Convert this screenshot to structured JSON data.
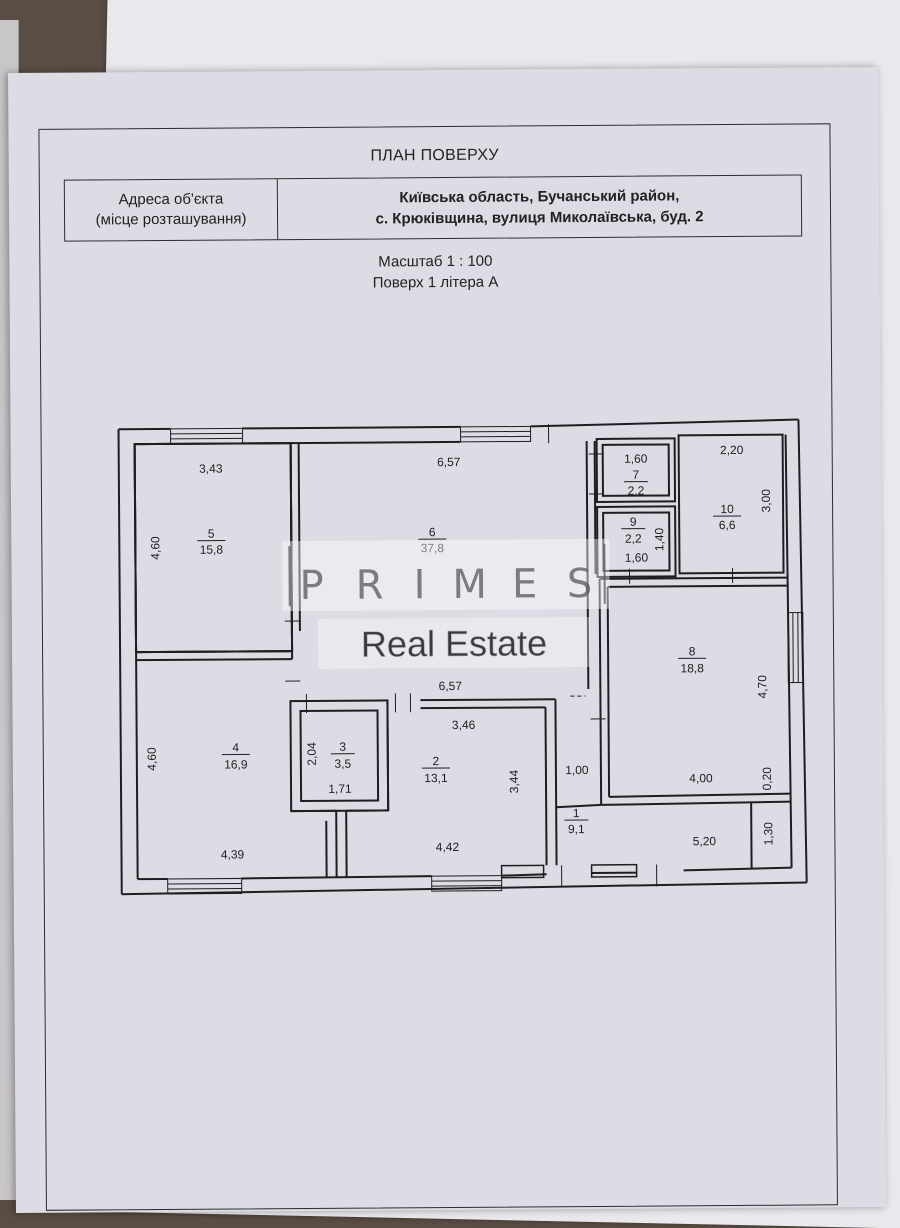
{
  "title": "ПЛАН ПОВЕРХУ",
  "address": {
    "label_line1": "Адреса об'єкта",
    "label_line2": "(місце розташування)",
    "value_line1": "Київська область, Бучанський район,",
    "value_line2": "с. Крюківщина, вулиця Миколаївська, буд. 2"
  },
  "scale": "Масштаб 1 : 100",
  "floor": "Поверх 1 літера А",
  "rooms": [
    {
      "num": "1",
      "area": "9,1"
    },
    {
      "num": "2",
      "area": "13,1"
    },
    {
      "num": "3",
      "area": "3,5"
    },
    {
      "num": "4",
      "area": "16,9"
    },
    {
      "num": "5",
      "area": "15,8"
    },
    {
      "num": "6",
      "area": "37,8"
    },
    {
      "num": "7",
      "area": "2,2"
    },
    {
      "num": "8",
      "area": "18,8"
    },
    {
      "num": "9",
      "area": "2,2"
    },
    {
      "num": "10",
      "area": "6,6"
    }
  ],
  "dimensions": {
    "r5_width": "3,43",
    "r5_height": "4,60",
    "r6_top": "6,57",
    "r6_bottom": "6,57",
    "r7_width": "1,60",
    "r9_width": "1,60",
    "r9_height": "1,40",
    "r10_width": "2,20",
    "r10_height": "3,00",
    "r8_height": "4,70",
    "r8_width": "4,00",
    "r8_small": "0,20",
    "r4_height": "4,60",
    "r4_width": "4,39",
    "r3_height": "2,04",
    "r3_width": "1,71",
    "r2_top": "3,46",
    "r2_height": "3,44",
    "r2_bottom": "4,42",
    "r1_small": "1,00",
    "r1_width": "5,20",
    "r1_height": "1,30"
  },
  "watermark": {
    "letters": [
      "P",
      "R",
      "I",
      "M",
      "E",
      "S"
    ],
    "subtitle": "Real Estate"
  }
}
